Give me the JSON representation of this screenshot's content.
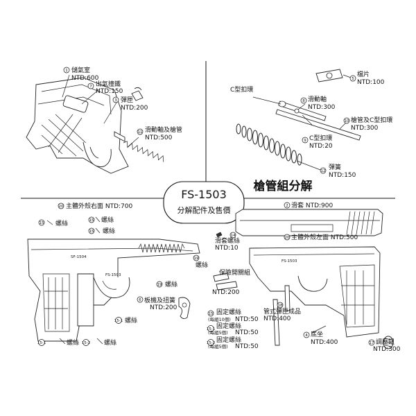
{
  "header": {
    "model": "FS-1503",
    "subtitle": "分解配件及售價",
    "section_title": "槍管組分解"
  },
  "callouts": {
    "c1": {
      "num": "1",
      "name": "儲氣室",
      "price": "NTD:600"
    },
    "c7": {
      "num": "7",
      "name": "出氣撞鐵",
      "price": "NTD:150"
    },
    "c3": {
      "num": "3",
      "name": "彈匣",
      "price": "NTD:200"
    },
    "c11": {
      "num": "11",
      "name": "滑動軸及槍管",
      "price": "NTD:500"
    },
    "c5": {
      "num": "5",
      "name": "檔片",
      "price": "NTD:100"
    },
    "c8": {
      "num": "8",
      "name": "滑動軸",
      "price": "NTD:300"
    },
    "c10": {
      "num": "10",
      "name": "槍管及C型扣環",
      "price": "NTD:300"
    },
    "c9": {
      "num": "9",
      "name": "C型扣環",
      "price": "NTD:20"
    },
    "cring": {
      "name": "C型扣環"
    },
    "c12": {
      "num": "12",
      "name": "彈簧",
      "price": "NTD:150"
    },
    "c20": {
      "num": "20",
      "text": "主體外殼右面 NTD:700"
    },
    "c2": {
      "num": "2",
      "text": "滑套 NTD:900"
    },
    "c14": {
      "num": "14",
      "name": "滑套螺絲",
      "price": "NTD:10"
    },
    "c20b": {
      "num": "20",
      "text": "主體外殼左面 NTD:500"
    },
    "safety": {
      "name": "保險開關組",
      "price": "NTD:200"
    },
    "c18": {
      "num": "18",
      "name": "管式彈匣成品",
      "price": "NTD:400"
    },
    "c6": {
      "num": "6",
      "name": "板機及扭簧",
      "price": "NTD:200"
    },
    "c4": {
      "num": "4",
      "name": "底坐",
      "price": "NTD:400"
    },
    "c17": {
      "num": "17",
      "name": "調壓鈕",
      "price": "NTD:300"
    },
    "c15": {
      "num": "15",
      "name": "固定螺絲",
      "note": "(每組10個)",
      "price": "NTD:50"
    },
    "c151": {
      "num": "15-1",
      "name": "固定螺絲",
      "note": "(每組5個)",
      "price": "NTD:50"
    },
    "c152": {
      "num": "15-2",
      "name": "固定螺絲",
      "note": "(每組5個)",
      "price": "NTD:50"
    },
    "screw_label": "螺絲",
    "screws": [
      {
        "num": "15"
      },
      {
        "num": "15"
      },
      {
        "num": "15"
      },
      {
        "num": "19"
      },
      {
        "num": "19"
      },
      {
        "num": "15-1"
      },
      {
        "num": "15-1"
      },
      {
        "num": "15-2"
      },
      {
        "num": "19"
      }
    ]
  },
  "engraving": {
    "left": "FS-1503",
    "right": "FS-1503",
    "small1": "SF-1504"
  }
}
